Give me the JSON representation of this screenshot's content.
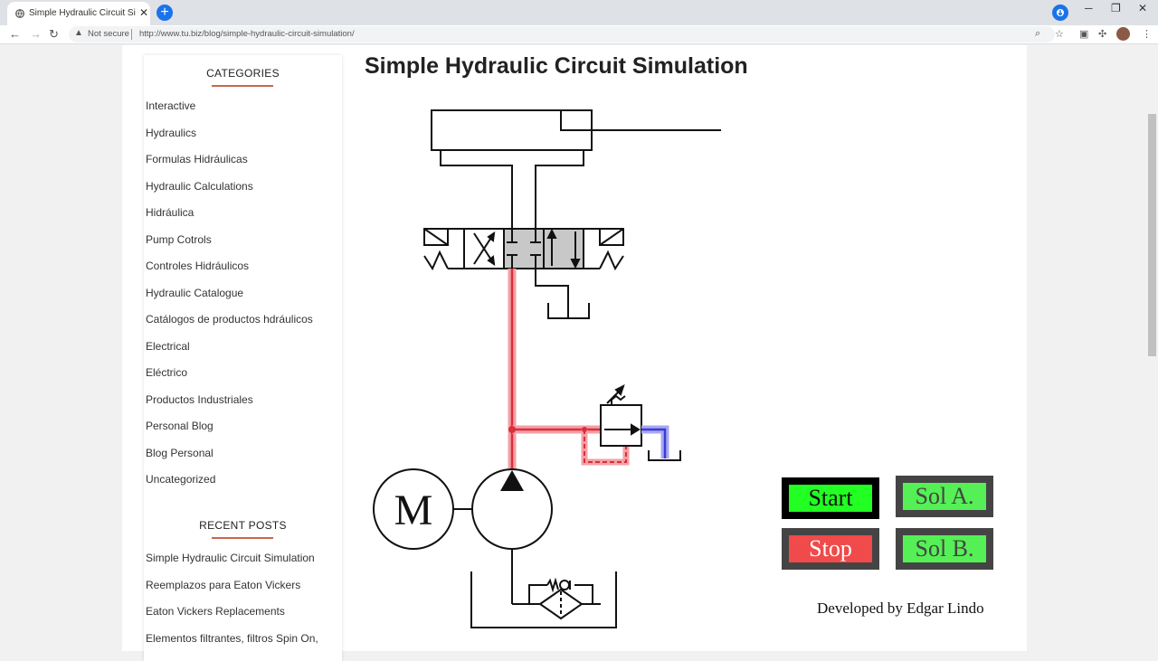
{
  "browser": {
    "tab_title": "Simple Hydraulic Circuit Simulati",
    "tab_close": "✕",
    "new_tab": "+",
    "security_label": "Not secure",
    "url": "http://www.tu.biz/blog/simple-hydraulic-circuit-simulation/",
    "icons": [
      "back-icon",
      "forward-icon",
      "reload-icon",
      "warning-icon",
      "zoom-icon",
      "star-icon",
      "extension-icon",
      "puzzle-icon",
      "menu-icon"
    ]
  },
  "sidebar": {
    "categories_heading": "CATEGORIES",
    "categories": [
      "Interactive",
      "Hydraulics",
      "Formulas Hidráulicas",
      "Hydraulic Calculations",
      "Hidráulica",
      "Pump Cotrols",
      "Controles Hidráulicos",
      "Hydraulic Catalogue",
      "Catálogos de productos hdráulicos",
      "Electrical",
      "Eléctrico",
      "Productos Industriales",
      "Personal Blog",
      "Blog Personal",
      "Uncategorized"
    ],
    "recent_heading": "RECENT POSTS",
    "recent_posts": [
      "Simple Hydraulic Circuit Simulation",
      "Reemplazos para Eaton Vickers",
      "Eaton Vickers Replacements",
      "Elementos filtrantes, filtros Spin On,"
    ]
  },
  "main": {
    "title": "Simple Hydraulic Circuit Simulation",
    "motor_label": "M",
    "buttons": {
      "start": "Start",
      "stop": "Stop",
      "sol_a": "Sol A.",
      "sol_b": "Sol B."
    },
    "credit": "Developed by Edgar Lindo"
  },
  "colors": {
    "pressure_line": "#d9303c",
    "tank_line": "#3a3ad6",
    "valve_active": "#c8c8c8",
    "start_bg": "#22ff22",
    "stop_bg": "#f04a4a",
    "sol_bg": "#55f055"
  }
}
